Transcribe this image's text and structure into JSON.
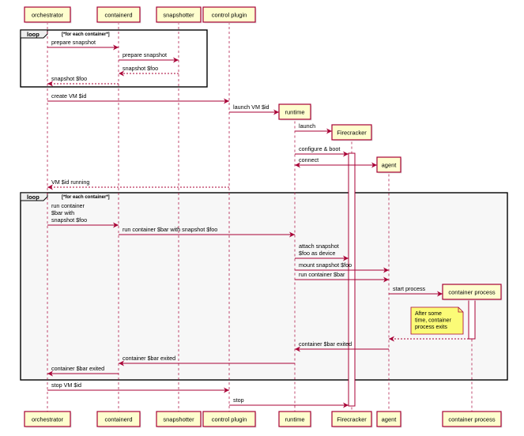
{
  "colors": {
    "arrow": "#a80036",
    "participant_fill": "#fefece",
    "participant_border": "#a80036",
    "lifeline": "#a80036",
    "frame_border": "#000000",
    "loop1_fill": "#ffffff",
    "loop2_fill": "#f7f7f7",
    "note_fill": "#fbfb77",
    "note_border": "#a80036",
    "text": "#000000"
  },
  "participants": [
    {
      "id": "orchestrator",
      "label": "orchestrator"
    },
    {
      "id": "containerd",
      "label": "containerd"
    },
    {
      "id": "snapshotter",
      "label": "snapshotter"
    },
    {
      "id": "control_plugin",
      "label": "control plugin"
    },
    {
      "id": "runtime",
      "label": "runtime"
    },
    {
      "id": "firecracker",
      "label": "Firecracker"
    },
    {
      "id": "agent",
      "label": "agent"
    },
    {
      "id": "container_process",
      "label": "container process"
    }
  ],
  "loops": [
    {
      "keyword": "loop",
      "condition": "[*for each container*]"
    },
    {
      "keyword": "loop",
      "condition": "[*for each container*]"
    }
  ],
  "messages": [
    {
      "from": "orchestrator",
      "to": "containerd",
      "label": [
        "prepare snapshot"
      ],
      "dashed": false
    },
    {
      "from": "containerd",
      "to": "snapshotter",
      "label": [
        "prepare snapshot"
      ],
      "dashed": false
    },
    {
      "from": "snapshotter",
      "to": "containerd",
      "label": [
        "snapshot $foo"
      ],
      "dashed": true
    },
    {
      "from": "containerd",
      "to": "orchestrator",
      "label": [
        "snapshot $foo"
      ],
      "dashed": true
    },
    {
      "from": "orchestrator",
      "to": "control_plugin",
      "label": [
        "create VM $id"
      ],
      "dashed": false
    },
    {
      "from": "control_plugin",
      "to": "runtime",
      "label": [
        "launch VM $id"
      ],
      "dashed": false,
      "creates": true
    },
    {
      "from": "runtime",
      "to": "firecracker",
      "label": [
        "launch"
      ],
      "dashed": false,
      "creates": true
    },
    {
      "from": "runtime",
      "to": "firecracker",
      "label": [
        "configure & boot"
      ],
      "dashed": false
    },
    {
      "from": "runtime",
      "to": "agent",
      "label": [
        "connect"
      ],
      "dashed": false,
      "bidirectional": true,
      "creates": true
    },
    {
      "from": "control_plugin",
      "to": "orchestrator",
      "label": [
        "VM $id running"
      ],
      "dashed": true
    },
    {
      "from": "orchestrator",
      "to": "containerd",
      "label": [
        "run container",
        "$bar with",
        "snapshot $foo"
      ],
      "dashed": false
    },
    {
      "from": "containerd",
      "to": "runtime",
      "label": [
        "run container $bar with snapshot $foo"
      ],
      "dashed": false
    },
    {
      "from": "runtime",
      "to": "firecracker",
      "label": [
        "attach snapshot",
        "$foo as device"
      ],
      "dashed": false
    },
    {
      "from": "runtime",
      "to": "agent",
      "label": [
        "mount snapshot $foo"
      ],
      "dashed": false
    },
    {
      "from": "runtime",
      "to": "agent",
      "label": [
        "run container $bar"
      ],
      "dashed": false
    },
    {
      "from": "agent",
      "to": "container_process",
      "label": [
        "start process"
      ],
      "dashed": false,
      "creates": true
    },
    {
      "from": "container_process",
      "to": "agent",
      "label": [
        ""
      ],
      "dashed": true
    },
    {
      "from": "agent",
      "to": "runtime",
      "label": [
        "container $bar exited"
      ],
      "dashed": false
    },
    {
      "from": "runtime",
      "to": "containerd",
      "label": [
        "container $bar exited"
      ],
      "dashed": false
    },
    {
      "from": "containerd",
      "to": "orchestrator",
      "label": [
        "container $bar exited"
      ],
      "dashed": false
    },
    {
      "from": "orchestrator",
      "to": "control_plugin",
      "label": [
        "stop VM $id"
      ],
      "dashed": false
    },
    {
      "from": "control_plugin",
      "to": "firecracker",
      "label": [
        "stop"
      ],
      "dashed": false
    }
  ],
  "note": {
    "lines": [
      "After some",
      "time, container",
      "process exits"
    ]
  }
}
